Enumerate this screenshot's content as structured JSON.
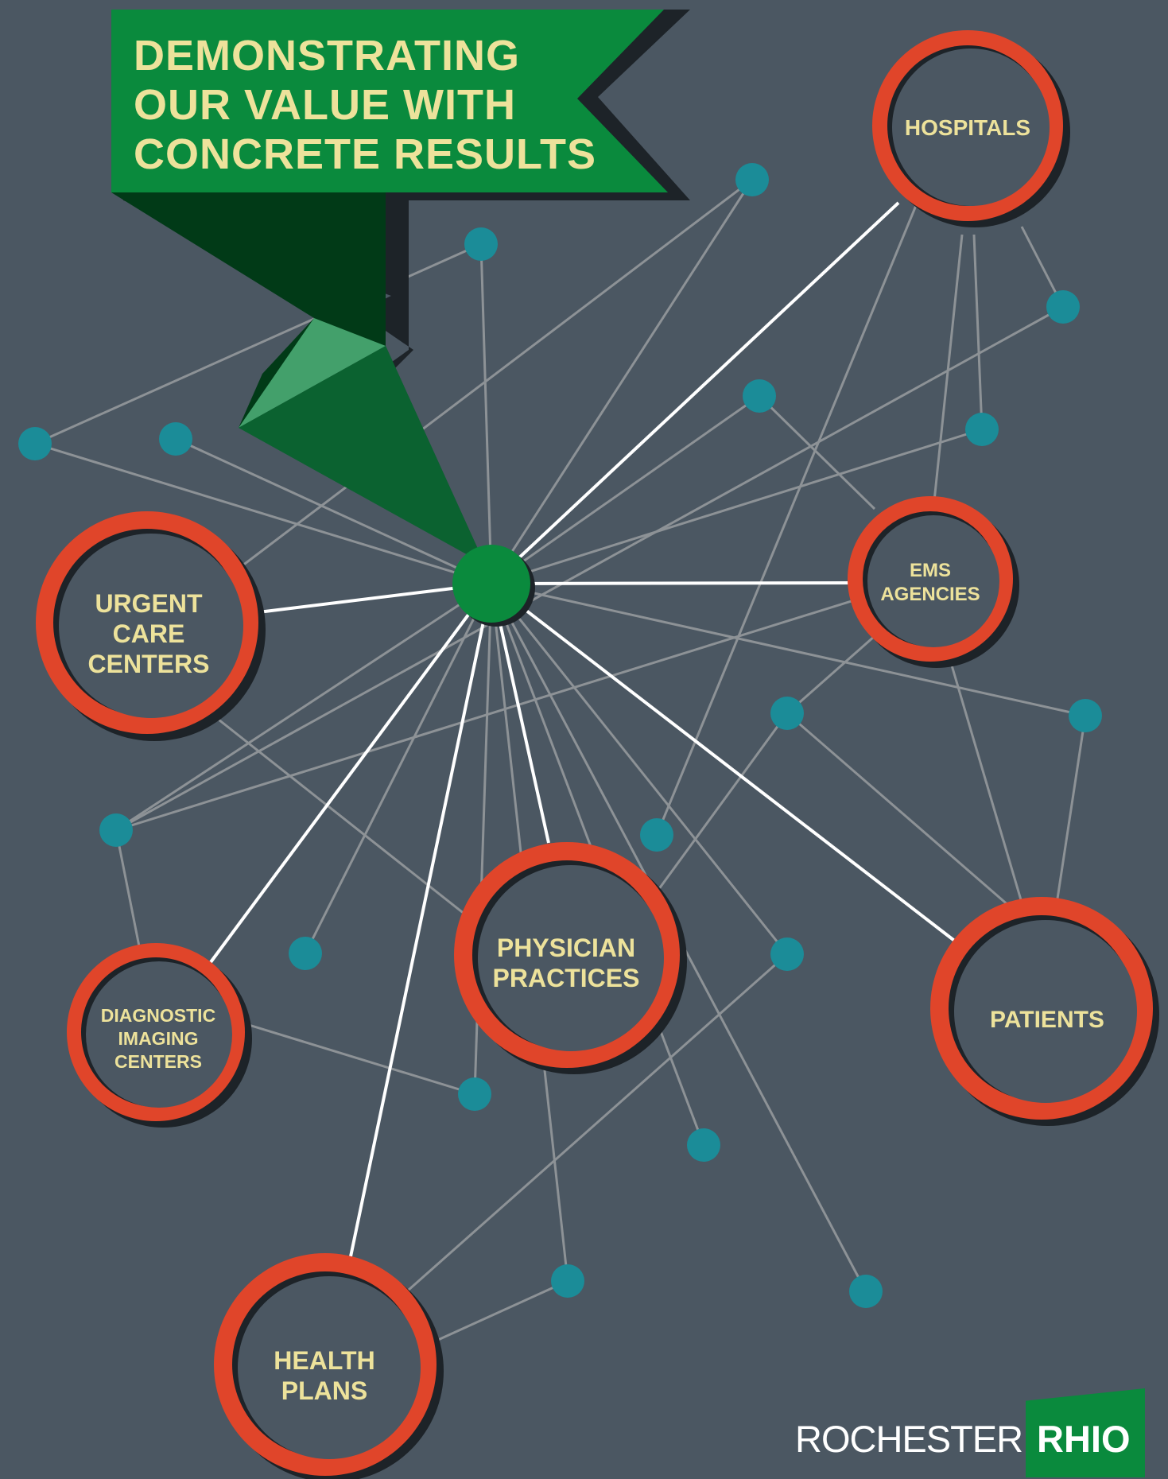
{
  "banner": {
    "lines": [
      "DEMONSTRATING",
      "OUR VALUE WITH",
      "CONCRETE RESULTS"
    ]
  },
  "nodes": [
    {
      "id": "hospitals",
      "lines": [
        "HOSPITALS"
      ]
    },
    {
      "id": "urgent-care",
      "lines": [
        "URGENT",
        "CARE",
        "CENTERS"
      ]
    },
    {
      "id": "ems",
      "lines": [
        "EMS",
        "AGENCIES"
      ]
    },
    {
      "id": "physician",
      "lines": [
        "PHYSICIAN",
        "PRACTICES"
      ]
    },
    {
      "id": "patients",
      "lines": [
        "PATIENTS"
      ]
    },
    {
      "id": "diagnostic",
      "lines": [
        "DIAGNOSTIC",
        "IMAGING",
        "CENTERS"
      ]
    },
    {
      "id": "health-plans",
      "lines": [
        "HEALTH",
        "PLANS"
      ]
    }
  ],
  "logo": {
    "left": "ROCHESTER",
    "right": "RHIO"
  },
  "colors": {
    "background": "#4b5762",
    "ring": "#e0452a",
    "hub": "#0a8a3d",
    "dot": "#1b8c98",
    "label": "#ede29b"
  }
}
